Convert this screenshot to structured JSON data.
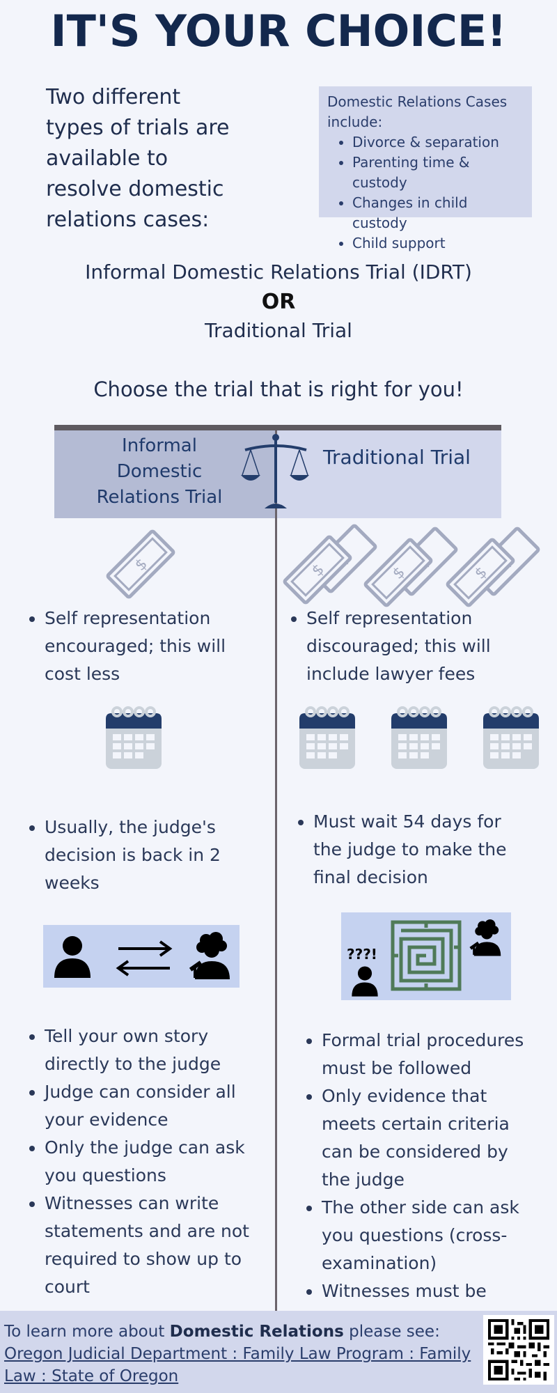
{
  "header": {
    "title": "IT'S YOUR CHOICE!"
  },
  "intro": {
    "text": "Two different types of trials are available to resolve domestic relations cases:"
  },
  "cases_box": {
    "heading": "Domestic Relations Cases include:",
    "items": [
      "Divorce & separation",
      "Parenting time & custody",
      "Changes in child custody",
      "Child support"
    ]
  },
  "options": {
    "idrt": "Informal Domestic Relations Trial (IDRT)",
    "or": "OR",
    "traditional": "Traditional Trial",
    "choose": "Choose the trial that is right for you!"
  },
  "columns": {
    "left_header": "Informal Domestic Relations Trial",
    "right_header": "Traditional Trial"
  },
  "cost": {
    "left": [
      "Self representation encouraged; this will cost less"
    ],
    "right": [
      "Self representation discouraged; this will include lawyer fees"
    ]
  },
  "time": {
    "left": [
      "Usually, the judge's decision is back in 2 weeks"
    ],
    "right": [
      "Must wait 54 days for the judge to make the final decision"
    ]
  },
  "procedure": {
    "confused_label": "???!",
    "left": [
      "Tell your own story directly to the judge",
      "Judge can consider all your evidence",
      "Only the judge can ask you questions",
      "Witnesses can write statements and are not required to show up to court"
    ],
    "right": [
      "Formal trial procedures must be followed",
      "Only evidence that meets certain criteria can be considered by the judge",
      "The other side can ask you questions (cross-examination)",
      "Witnesses must be present at the trial"
    ]
  },
  "footer": {
    "prefix": "To learn more about ",
    "bold": "Domestic Relations",
    "suffix": " please see:",
    "link": "Oregon Judicial Department : Family Law Program : Family Law : State of Oregon"
  },
  "icons": {
    "money": "money-bill-icon",
    "calendar": "calendar-icon",
    "scales": "scales-of-justice-icon",
    "person": "person-icon",
    "judge": "judge-icon",
    "maze": "maze-icon",
    "qr": "qr-code-icon"
  },
  "colors": {
    "title": "#13284d",
    "box_light": "#d2d7ec",
    "box_dark": "#b4bbd4",
    "calendar_top": "#233d6b",
    "maze": "#4f7a58",
    "picture_bg": "#c5d2f0"
  }
}
